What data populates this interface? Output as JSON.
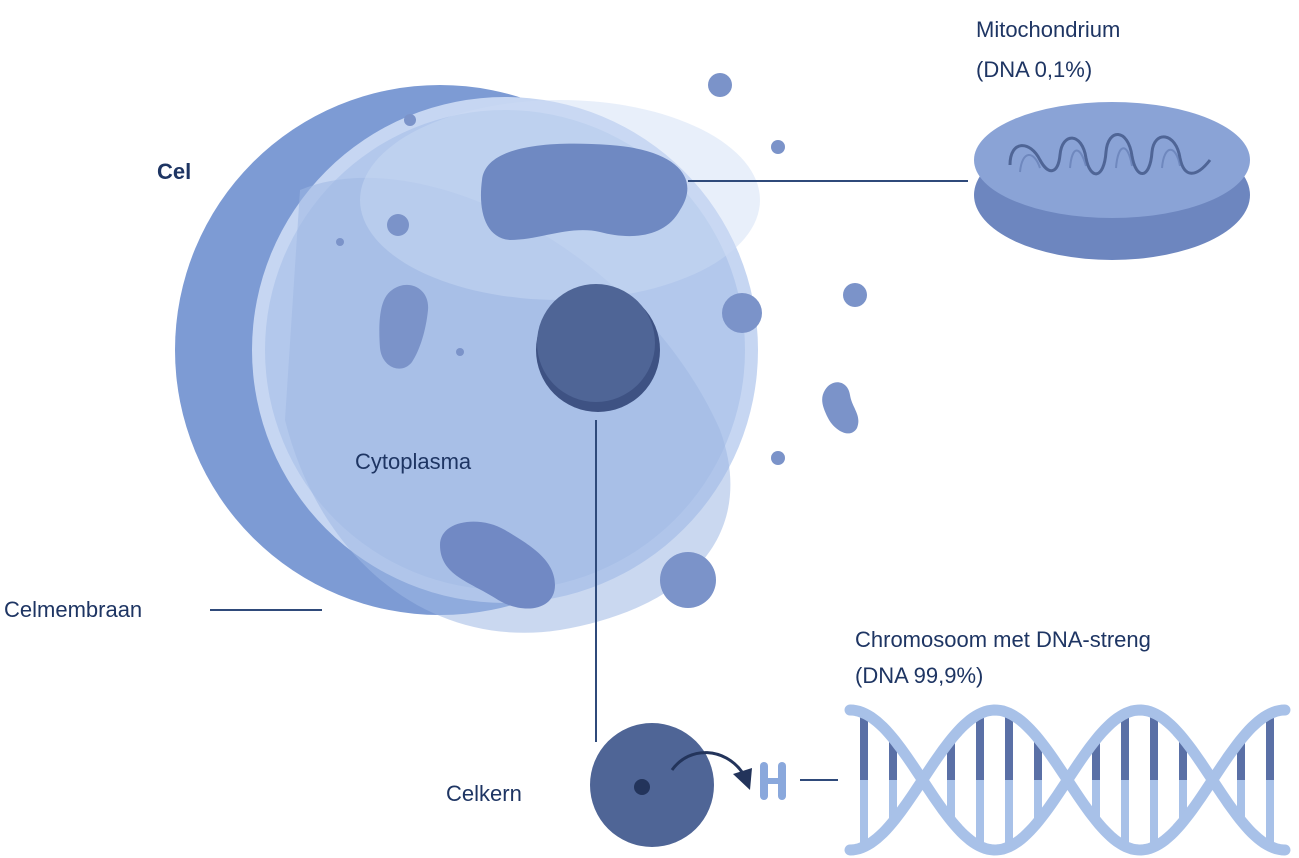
{
  "labels": {
    "cell": "Cel",
    "cytoplasm": "Cytoplasma",
    "membrane": "Celmembraan",
    "nucleus": "Celkern",
    "mitochondrion_name": "Mitochondrium",
    "mitochondrion_dna": "(DNA 0,1%)",
    "chromosome_name": "Chromosoom met DNA-streng",
    "chromosome_dna": "(DNA 99,9%)"
  },
  "colors": {
    "text": "#1e3563",
    "cell_outer": "#7d9bd4",
    "cell_face": "#b8cdef",
    "organelle": "#7b93c9",
    "nucleus": "#4f6596",
    "dna_light": "#a8c1e8",
    "dna_dark": "#5a70a6"
  }
}
